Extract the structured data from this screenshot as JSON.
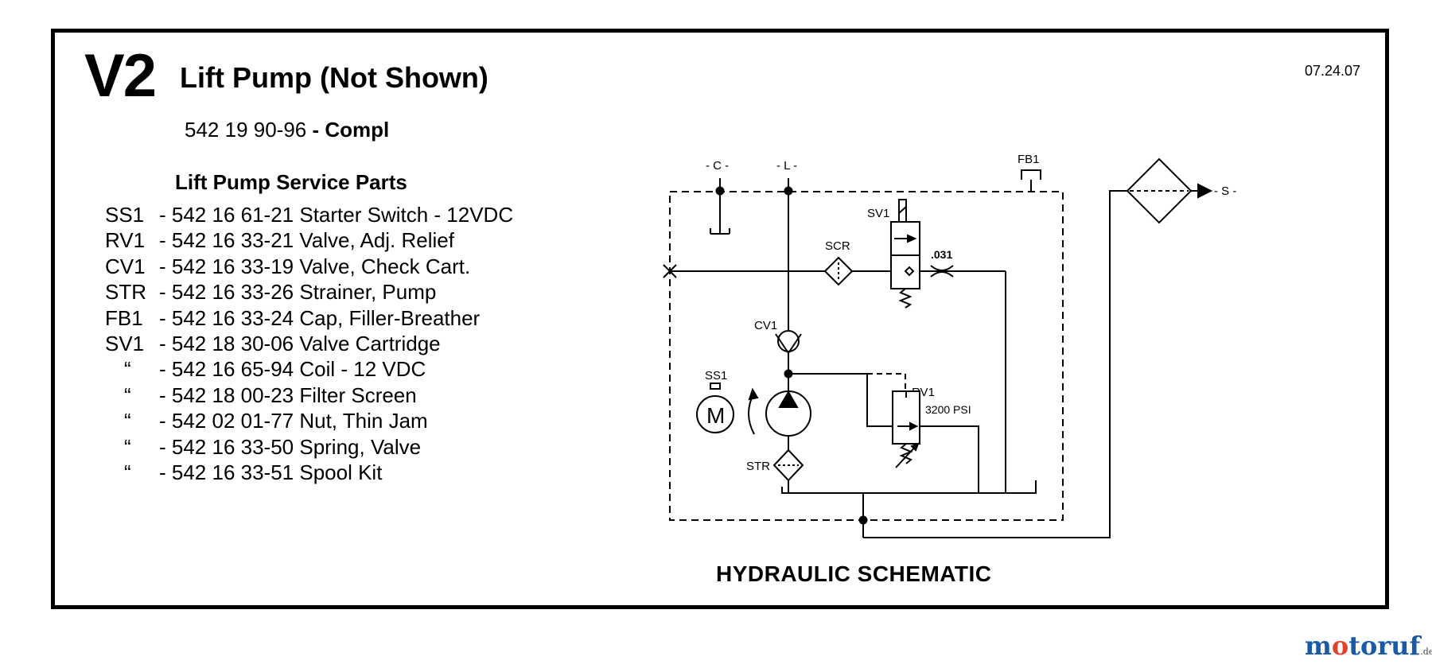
{
  "header": {
    "code": "V2",
    "title": "Lift Pump (Not Shown)",
    "date": "07.24.07",
    "part_number": "542 19 90-96",
    "part_suffix": "- Compl"
  },
  "service_parts": {
    "heading": "Lift Pump Service Parts",
    "items": [
      {
        "ref": "SS1",
        "desc": "- 542 16 61-21 Starter Switch - 12VDC"
      },
      {
        "ref": "RV1",
        "desc": "- 542 16 33-21 Valve, Adj. Relief"
      },
      {
        "ref": "CV1",
        "desc": "- 542 16 33-19 Valve, Check Cart."
      },
      {
        "ref": "STR",
        "desc": "- 542 16 33-26 Strainer, Pump"
      },
      {
        "ref": "FB1",
        "desc": "- 542 16 33-24 Cap, Filler-Breather"
      },
      {
        "ref": "SV1",
        "desc": "- 542 18 30-06 Valve Cartridge"
      },
      {
        "ref": "“",
        "desc": "- 542 16 65-94 Coil - 12 VDC"
      },
      {
        "ref": "“",
        "desc": "- 542 18 00-23 Filter Screen"
      },
      {
        "ref": "“",
        "desc": "- 542 02 01-77 Nut, Thin Jam"
      },
      {
        "ref": "“",
        "desc": "- 542 16 33-50 Spring, Valve"
      },
      {
        "ref": "“",
        "desc": "- 542 16 33-51 Spool Kit"
      }
    ]
  },
  "schematic": {
    "title": "HYDRAULIC SCHEMATIC",
    "labels": {
      "c_port": "- C -",
      "l_port": "- L -",
      "s_port": "- S -",
      "fb1": "FB1",
      "sv1": "SV1",
      "scr": "SCR",
      "orifice": ".031",
      "cv1": "CV1",
      "ss1": "SS1",
      "rv1": "RV1",
      "rv1_pressure": "3200 PSI",
      "str": "STR",
      "motor": "M"
    }
  },
  "watermark": {
    "prefix": "m",
    "o": "o",
    "rest": "toruf",
    "suffix": ".de"
  }
}
